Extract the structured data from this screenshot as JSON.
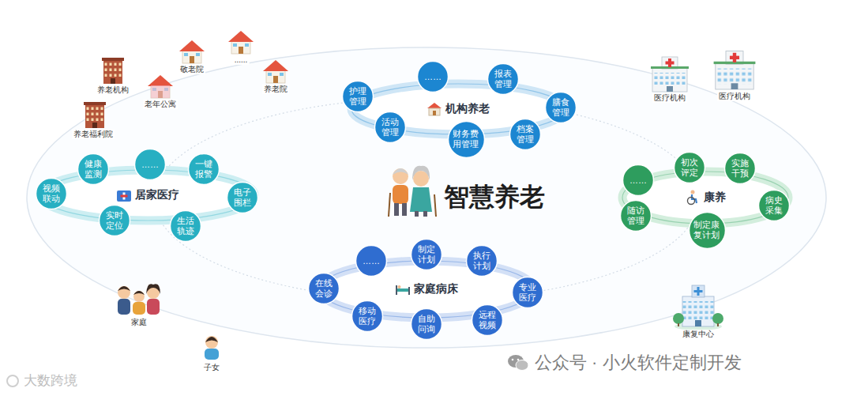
{
  "diagram": {
    "title": "智慧养老",
    "nodes": [
      {
        "text": [
          "机构养老"
        ]
      },
      {
        "text": [
          "……"
        ],
        "in": 0
      },
      {
        "text": [
          "报表管理"
        ],
        "in": 0
      },
      {
        "text": [
          "膳食管理"
        ],
        "in": 0
      },
      {
        "text": [
          "档案管理"
        ],
        "in": 0
      },
      {
        "text": [
          "财务费用管理"
        ],
        "in": 0
      },
      {
        "text": [
          "活动管理"
        ],
        "in": 0
      },
      {
        "text": [
          "护理管理"
        ],
        "in": 0
      },
      {
        "text": [
          "居家医疗"
        ]
      },
      {
        "text": [
          "健康监测"
        ],
        "in": 8
      },
      {
        "text": [
          "……"
        ],
        "in": 8
      },
      {
        "text": [
          "一键报警"
        ],
        "in": 8
      },
      {
        "text": [
          "电子围栏"
        ],
        "in": 8
      },
      {
        "text": [
          "生活轨迹"
        ],
        "in": 8
      },
      {
        "text": [
          "实时定位"
        ],
        "in": 8
      },
      {
        "text": [
          "视频联动"
        ],
        "in": 8
      },
      {
        "text": [
          "康养"
        ]
      },
      {
        "text": [
          "初次评定"
        ],
        "in": 16
      },
      {
        "text": [
          "实施干预"
        ],
        "in": 16
      },
      {
        "text": [
          "病史采集"
        ],
        "in": 16
      },
      {
        "text": [
          "制定康复计划"
        ],
        "in": 16
      },
      {
        "text": [
          "随访管理"
        ],
        "in": 16
      },
      {
        "text": [
          "……"
        ],
        "in": 16
      },
      {
        "text": [
          "家庭病床"
        ]
      },
      {
        "text": [
          "……"
        ],
        "in": 23
      },
      {
        "text": [
          "制定计划"
        ],
        "in": 23
      },
      {
        "text": [
          "执行计划"
        ],
        "in": 23
      },
      {
        "text": [
          "专业医疗"
        ],
        "in": 23
      },
      {
        "text": [
          "远程视频"
        ],
        "in": 23
      },
      {
        "text": [
          "自助问询"
        ],
        "in": 23
      },
      {
        "text": [
          "移动医疗"
        ],
        "in": 23
      },
      {
        "text": [
          "在线会诊"
        ],
        "in": 23
      }
    ],
    "labels": [
      "养老机构",
      "老年公寓",
      "敬老院",
      "......",
      "养老院",
      "养老福利院",
      "医疗机构",
      "医疗机构",
      "家庭",
      "子女",
      "康复中心",
      "公众号 · 小火软件定制开发",
      "大数跨境"
    ]
  }
}
